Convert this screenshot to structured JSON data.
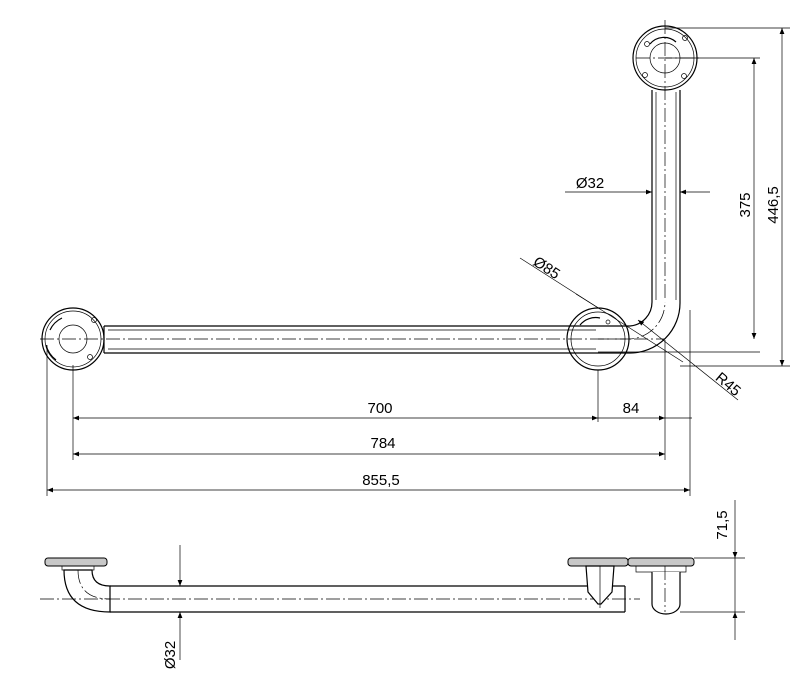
{
  "dimensions": {
    "d700": "700",
    "d84": "84",
    "d784": "784",
    "d855": "855,5",
    "d375": "375",
    "d446": "446,5",
    "dia32_top": "Ø32",
    "dia85": "Ø85",
    "r45": "R45",
    "d71": "71,5",
    "dia32_side": "Ø32"
  }
}
